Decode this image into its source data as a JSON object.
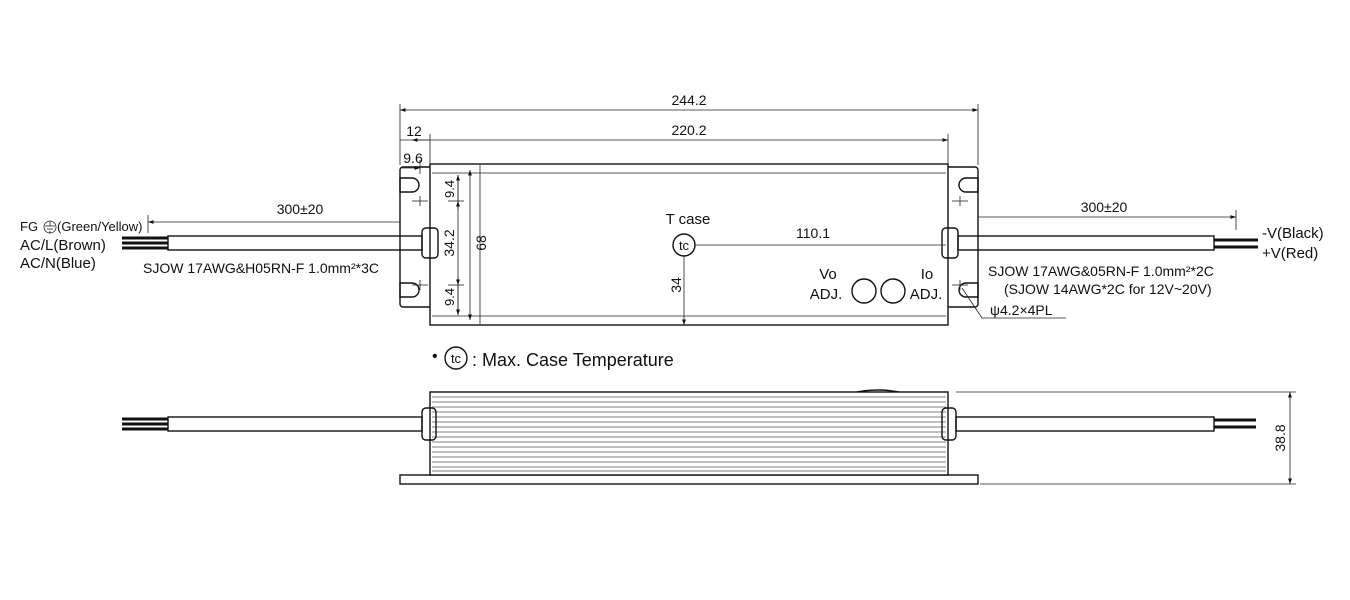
{
  "dimensions": {
    "overall_length": "244.2",
    "case_length": "220.2",
    "flange_12": "12",
    "flange_96": "9.6",
    "input_cable_len": "300±20",
    "output_cable_len": "300±20",
    "tc_offset": "110.1",
    "height_68": "68",
    "hole_spacing": "34.2",
    "edge_94_top": "9.4",
    "edge_94_bottom": "9.4",
    "center_34": "34",
    "side_height": "38.8"
  },
  "labels": {
    "fg_prefix": "FG",
    "fg_suffix": "(Green/Yellow)",
    "ac_l": "AC/L(Brown)",
    "ac_n": "AC/N(Blue)",
    "input_cable_spec": "SJOW 17AWG&H05RN-F 1.0mm²*3C",
    "output_cable_spec": "SJOW 17AWG&05RN-F 1.0mm²*2C",
    "output_cable_note": "(SJOW 14AWG*2C for 12V~20V)",
    "v_neg": "-V(Black)",
    "v_pos": "+V(Red)",
    "tcase": "T case",
    "tc": "tc",
    "vo": "Vo",
    "vo_adj": "ADJ.",
    "io": "Io",
    "io_adj": "ADJ.",
    "holes": "ψ4.2×4PL",
    "legend_bullet": "•",
    "legend_tc": "tc",
    "legend_text": ": Max. Case Temperature"
  }
}
